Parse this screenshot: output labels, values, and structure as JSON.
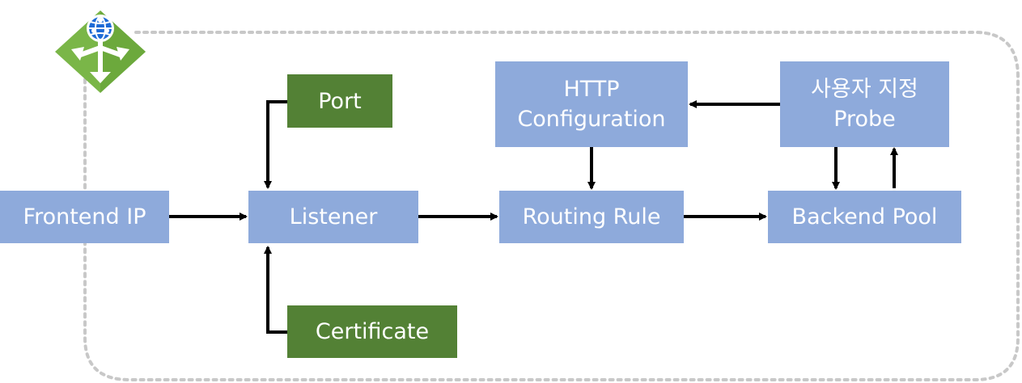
{
  "diagram": {
    "nodes": {
      "frontend_ip": {
        "label": "Frontend IP"
      },
      "listener": {
        "label": "Listener"
      },
      "port": {
        "label": "Port"
      },
      "certificate": {
        "label": "Certificate"
      },
      "routing_rule": {
        "label": "Routing Rule"
      },
      "http_configuration": {
        "label_line1": "HTTP",
        "label_line2": "Configuration"
      },
      "backend_pool": {
        "label": "Backend Pool"
      },
      "custom_probe": {
        "label_line1": "사용자 지정",
        "label_line2": "Probe"
      }
    },
    "edges": [
      {
        "from": "frontend_ip",
        "to": "listener"
      },
      {
        "from": "port",
        "to": "listener"
      },
      {
        "from": "certificate",
        "to": "listener"
      },
      {
        "from": "listener",
        "to": "routing_rule"
      },
      {
        "from": "routing_rule",
        "to": "backend_pool"
      },
      {
        "from": "http_configuration",
        "to": "routing_rule"
      },
      {
        "from": "custom_probe",
        "to": "http_configuration"
      },
      {
        "from": "custom_probe",
        "to": "backend_pool"
      },
      {
        "from": "backend_pool",
        "to": "custom_probe"
      }
    ],
    "logo_icon": "application-gateway-icon",
    "colors": {
      "box_blue": "#8eaadb",
      "box_green": "#538135",
      "arrow": "#000000",
      "frame_border": "#c8c8c8",
      "logo_green": "#7ab648",
      "logo_globe": "#1e6bd6"
    }
  }
}
